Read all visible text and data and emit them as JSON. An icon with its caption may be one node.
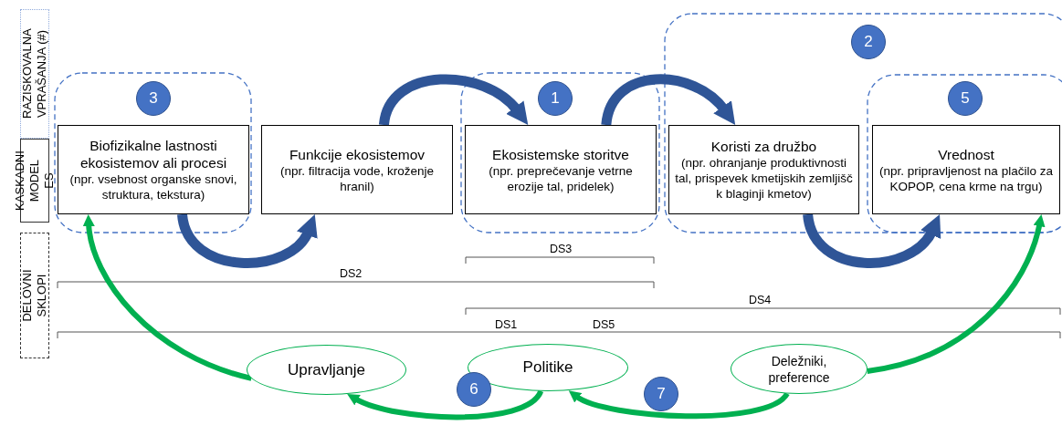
{
  "diagram": {
    "nodes": [
      {
        "text": [
          "RAZISKOVALNA VPRAŠANJA (#)"
        ]
      },
      {
        "text": [
          "KASKADNI MODEL ES"
        ]
      },
      {
        "text": [
          "DELOVNI SKLOPI"
        ]
      },
      {
        "text": [
          "3"
        ]
      },
      {
        "text": [
          "1"
        ]
      },
      {
        "text": [
          "2"
        ]
      },
      {
        "text": [
          "5"
        ]
      },
      {
        "text": [
          "Biofizikalne lastnosti ekosistemov ali procesi",
          "(npr. vsebnost organske snovi, struktura, tekstura)"
        ]
      },
      {
        "text": [
          "Funkcije ekosistemov",
          "(npr. filtracija vode, kroženje hranil)"
        ]
      },
      {
        "text": [
          "Ekosistemske storitve",
          "(npr. preprečevanje vetrne erozije tal, pridelek)"
        ]
      },
      {
        "text": [
          "Koristi za družbo",
          "(npr. ohranjanje produktivnosti tal, prispevek kmetijskih zemljišč k blaginji kmetov)"
        ]
      },
      {
        "text": [
          "Vrednost",
          "(npr. pripravljenost na plačilo za KOPOP, cena krme na trgu)"
        ]
      },
      {
        "text": [
          "Upravljanje"
        ]
      },
      {
        "text": [
          "Politike"
        ]
      },
      {
        "text": [
          "Deležniki, preference"
        ]
      },
      {
        "text": [
          "6"
        ]
      },
      {
        "text": [
          "7"
        ]
      }
    ],
    "edges": [
      {
        "from": 7,
        "to": 8,
        "arrow": "to",
        "style": "thick",
        "color": "#2f5597"
      },
      {
        "from": 8,
        "to": 9,
        "arrow": "to",
        "style": "thick",
        "color": "#2f5597"
      },
      {
        "from": 9,
        "to": 10,
        "arrow": "to",
        "style": "thick",
        "color": "#2f5597"
      },
      {
        "from": 10,
        "to": 11,
        "arrow": "to",
        "style": "thick",
        "color": "#2f5597"
      },
      {
        "from": 12,
        "to": 7,
        "arrow": "to",
        "color": "#00b050"
      },
      {
        "from": 13,
        "to": 12,
        "arrow": "to",
        "color": "#00b050"
      },
      {
        "from": 14,
        "to": 13,
        "arrow": "to",
        "color": "#00b050"
      },
      {
        "from": 14,
        "to": 11,
        "arrow": "to",
        "color": "#00b050"
      }
    ],
    "labels": [
      "DS3",
      "DS2",
      "DS4",
      "DS1",
      "DS5"
    ]
  }
}
